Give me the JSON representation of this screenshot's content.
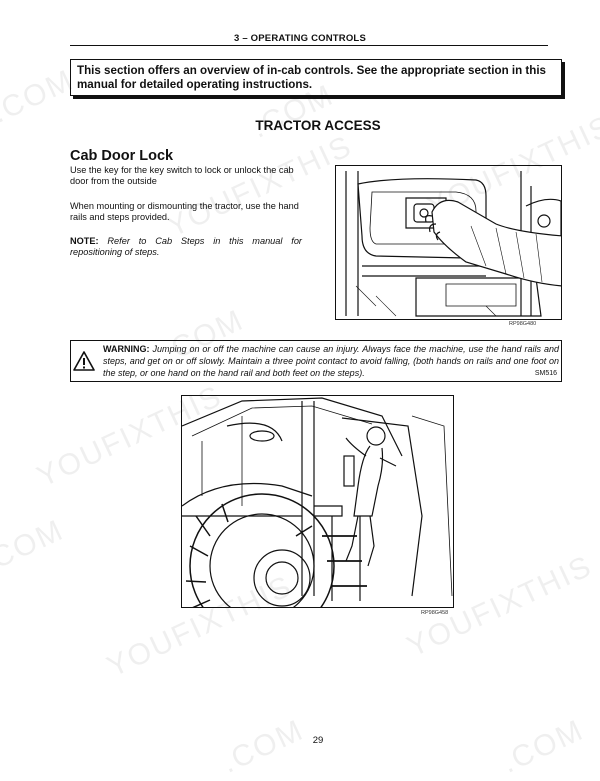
{
  "header": {
    "title": "3 – OPERATING CONTROLS"
  },
  "intro": {
    "text": "This section offers an overview of in-cab controls. See the appropriate section in this manual for detailed operating instructions."
  },
  "section": {
    "title": "TRACTOR ACCESS"
  },
  "cab_door_lock": {
    "heading": "Cab Door Lock",
    "p1": "Use the key for the key switch to lock or unlock the cab door from the outside",
    "p2": "When mounting or dismounting the tractor, use the hand rails and steps provided.",
    "note_label": "NOTE:",
    "note_text": "Refer to Cab Steps in this manual for repositioning of steps."
  },
  "figures": {
    "fig1_code": "RP98G480",
    "fig2_code": "RP98G458"
  },
  "warning": {
    "label": "WARNING:",
    "text": "Jumping on or off the machine can cause an injury. Always face the machine, use the hand rails and steps, and get on or off slowly. Maintain a three point contact to avoid falling, (both hands on rails and one foot on the step, or one hand on the hand rail and both feet on the steps).",
    "code": "SM516",
    "icon": "warning-triangle-icon"
  },
  "watermark": {
    "text_a": "YOUFIXTHIS",
    "text_b": ".COM"
  },
  "footer": {
    "page_number": "29"
  }
}
